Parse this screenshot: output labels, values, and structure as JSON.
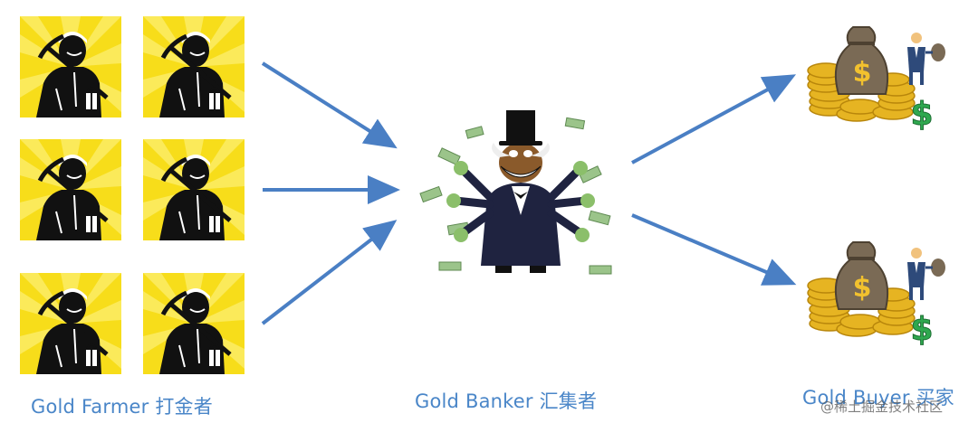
{
  "farmers": {
    "caption": "Gold Farmer 打金者",
    "tile_count": 6,
    "tile_icon": "gold-miner-icon"
  },
  "banker": {
    "caption": "Gold Banker 汇集者",
    "icon": "money-grabbing-banker-icon"
  },
  "buyers": {
    "caption": "Gold Buyer 买家",
    "count": 2,
    "icon": "money-bag-with-coins-icon"
  },
  "watermark": {
    "text": "@稀土掘金技术社区"
  },
  "colors": {
    "arrow": "#4a7fc4",
    "caption": "#4a86c8",
    "tile_background": "#f7dd1a"
  }
}
